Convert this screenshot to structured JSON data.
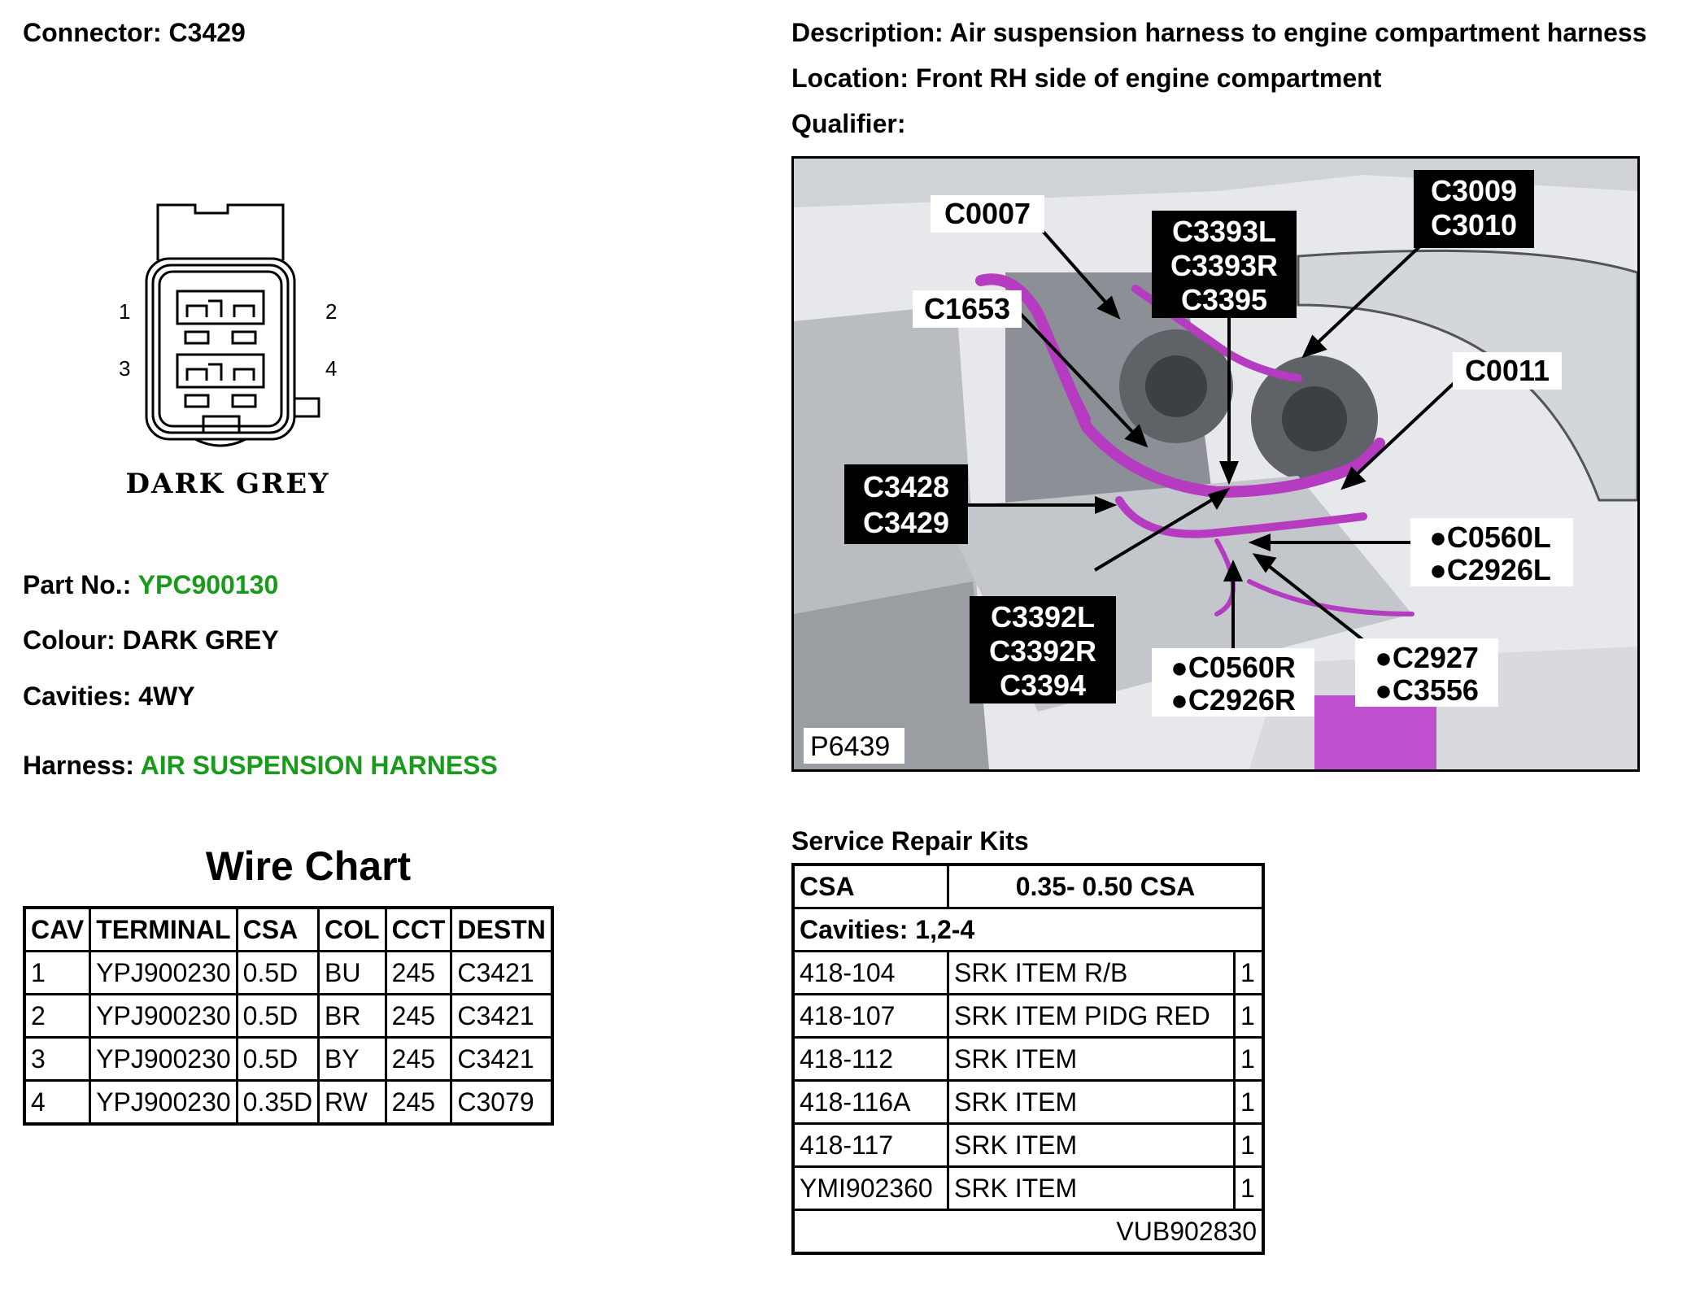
{
  "connector_label": "Connector: C3429",
  "description_label": "Description: Air suspension harness to engine compartment harness",
  "location_label": "Location: Front RH side of engine compartment",
  "qualifier_label": "Qualifier:",
  "part_no": {
    "label": "Part No.:",
    "value": "YPC900130"
  },
  "colour_label": "Colour: DARK GREY",
  "cavities_label": "Cavities: 4WY",
  "harness": {
    "label": "Harness:",
    "value": "AIR SUSPENSION HARNESS"
  },
  "connector_diagram": {
    "pins": [
      "1",
      "2",
      "3",
      "4"
    ],
    "colour_caption": "DARK GREY"
  },
  "photo": {
    "callouts": {
      "c0007": "C0007",
      "c3393l": "C3393L",
      "c3393r": "C3393R",
      "c3395": "C3395",
      "c3009": "C3009",
      "c3010": "C3010",
      "c1653": "C1653",
      "c0011": "C0011",
      "c3428": "C3428",
      "c3429": "C3429",
      "c0560l": "●C0560L",
      "c2926l": "●C2926L",
      "c3392l": "C3392L",
      "c3392r": "C3392R",
      "c3394": "C3394",
      "c0560r": "●C0560R",
      "c2926r": "●C2926R",
      "c2927": "●C2927",
      "c3556": "●C3556"
    },
    "reference": "P6439",
    "harness_color": "#b53bc0"
  },
  "wire_chart": {
    "title": "Wire Chart",
    "headers": [
      "CAV",
      "TERMINAL",
      "CSA",
      "COL",
      "CCT",
      "DESTN"
    ],
    "rows": [
      [
        "1",
        "YPJ900230",
        "0.5D",
        "BU",
        "245",
        "C3421"
      ],
      [
        "2",
        "YPJ900230",
        "0.5D",
        "BR",
        "245",
        "C3421"
      ],
      [
        "3",
        "YPJ900230",
        "0.5D",
        "BY",
        "245",
        "C3421"
      ],
      [
        "4",
        "YPJ900230",
        "0.35D",
        "RW",
        "245",
        "C3079"
      ]
    ]
  },
  "service_repair_kits": {
    "title": "Service Repair Kits",
    "csa_label": "CSA",
    "csa_value": "0.35- 0.50 CSA",
    "cavities": "Cavities: 1,2-4",
    "items": [
      [
        "418-104",
        "SRK ITEM R/B",
        "1"
      ],
      [
        "418-107",
        "SRK ITEM PIDG RED",
        "1"
      ],
      [
        "418-112",
        "SRK ITEM",
        "1"
      ],
      [
        "418-116A",
        "SRK ITEM",
        "1"
      ],
      [
        "418-117",
        "SRK ITEM",
        "1"
      ],
      [
        "YMI902360",
        "SRK ITEM",
        "1"
      ]
    ],
    "kit_code": "VUB902830"
  }
}
